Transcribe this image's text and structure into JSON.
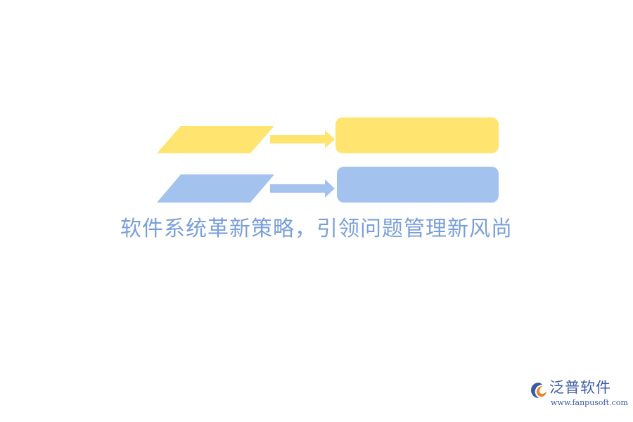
{
  "diagram": {
    "title": "软件系统革新策略，引领问题管理新风尚",
    "rows": [
      {
        "color": "#ffe570"
      },
      {
        "color": "#a4c2ee"
      }
    ]
  },
  "logo": {
    "name": "泛普软件",
    "url": "www.fanpusoft.com",
    "colors": [
      "#3a5aa8",
      "#e8832a"
    ]
  }
}
